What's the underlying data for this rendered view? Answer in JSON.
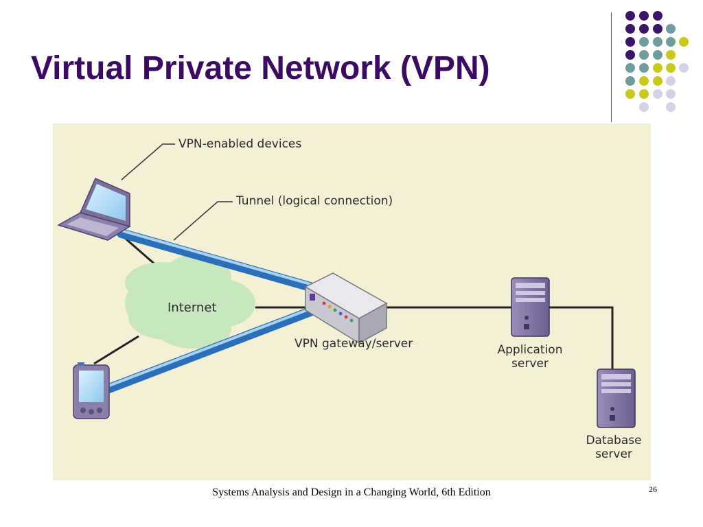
{
  "slide": {
    "title": "Virtual Private Network (VPN)",
    "footer": "Systems Analysis and Design in a Changing World, 6th Edition",
    "page_number": "26"
  },
  "diagram": {
    "labels": {
      "vpn_devices": "VPN-enabled devices",
      "tunnel": "Tunnel (logical connection)",
      "internet": "Internet",
      "gateway": "VPN gateway/server",
      "app_server_line1": "Application",
      "app_server_line2": "server",
      "db_server_line1": "Database",
      "db_server_line2": "server"
    }
  },
  "colors": {
    "title": "#3b0a63",
    "dot_purple": "#3b1668",
    "dot_teal": "#6f9c9c",
    "dot_yellow": "#c9c91c",
    "dot_lavender": "#d4d2e6",
    "diagram_bg": "#f4f0d6",
    "tunnel": "#5d9fe0",
    "cloud": "#c8e6c0"
  }
}
